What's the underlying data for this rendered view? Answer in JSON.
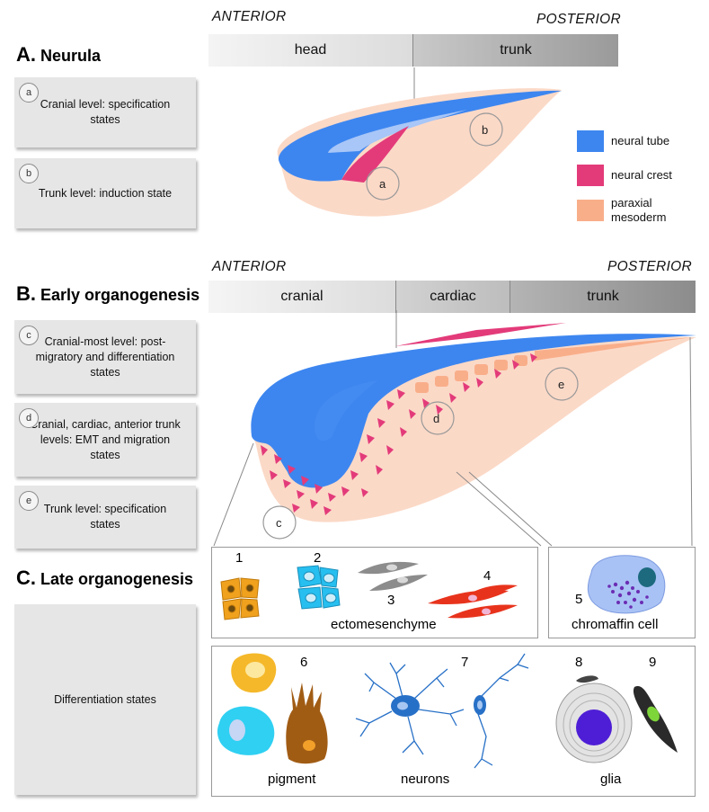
{
  "sections": {
    "a": {
      "letter": "A.",
      "title": "Neurula"
    },
    "b": {
      "letter": "B.",
      "title": "Early organogenesis"
    },
    "c": {
      "letter": "C.",
      "title": "Late organogenesis"
    }
  },
  "cards": [
    {
      "badge": "a",
      "text": "Cranial level: specification states"
    },
    {
      "badge": "b",
      "text": "Trunk level: induction state"
    },
    {
      "badge": "c",
      "text": "Cranial-most level: post-migratory and differentiation states"
    },
    {
      "badge": "d",
      "text": "Cranial, cardiac, anterior trunk levels: EMT and migration states"
    },
    {
      "badge": "e",
      "text": "Trunk level: specification states"
    },
    {
      "badge": "",
      "text": "Differentiation states"
    }
  ],
  "axis": {
    "anterior": "ANTERIOR",
    "posterior": "POSTERIOR"
  },
  "bar_neurula": [
    "head",
    "trunk"
  ],
  "bar_organogenesis": [
    "cranial",
    "cardiac",
    "trunk"
  ],
  "legend": [
    {
      "label": "neural tube",
      "color": "#3d86f0"
    },
    {
      "label": "neural crest",
      "color": "#e33b7a"
    },
    {
      "label": "paraxial mesoderm",
      "color": "#f9ae8a"
    }
  ],
  "embryo_markers": [
    "a",
    "b",
    "c",
    "d",
    "e"
  ],
  "cell_groups": {
    "ectomesenchyme": "ectomesenchyme",
    "chromaffin": "chromaffin cell",
    "pigment": "pigment",
    "neurons": "neurons",
    "glia": "glia"
  },
  "cell_numbers": [
    "1",
    "2",
    "3",
    "4",
    "5",
    "6",
    "7",
    "8",
    "9"
  ]
}
